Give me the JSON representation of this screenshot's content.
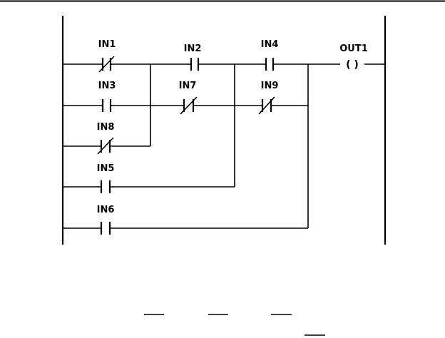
{
  "diagram": {
    "contacts": [
      {
        "id": "in1",
        "label": "IN1",
        "type": "NC"
      },
      {
        "id": "in2",
        "label": "IN2",
        "type": "NO"
      },
      {
        "id": "in4",
        "label": "IN4",
        "type": "NO"
      },
      {
        "id": "in3",
        "label": "IN3",
        "type": "NO"
      },
      {
        "id": "in7",
        "label": "IN7",
        "type": "NC"
      },
      {
        "id": "in9",
        "label": "IN9",
        "type": "NC"
      },
      {
        "id": "in8",
        "label": "IN8",
        "type": "NC"
      },
      {
        "id": "in5",
        "label": "IN5",
        "type": "NO"
      },
      {
        "id": "in6",
        "label": "IN6",
        "type": "NO"
      }
    ],
    "coil": {
      "label": "OUT1",
      "symbol": "(  )"
    }
  },
  "colors": {
    "ink": "#000000",
    "background": "#ffffff"
  }
}
